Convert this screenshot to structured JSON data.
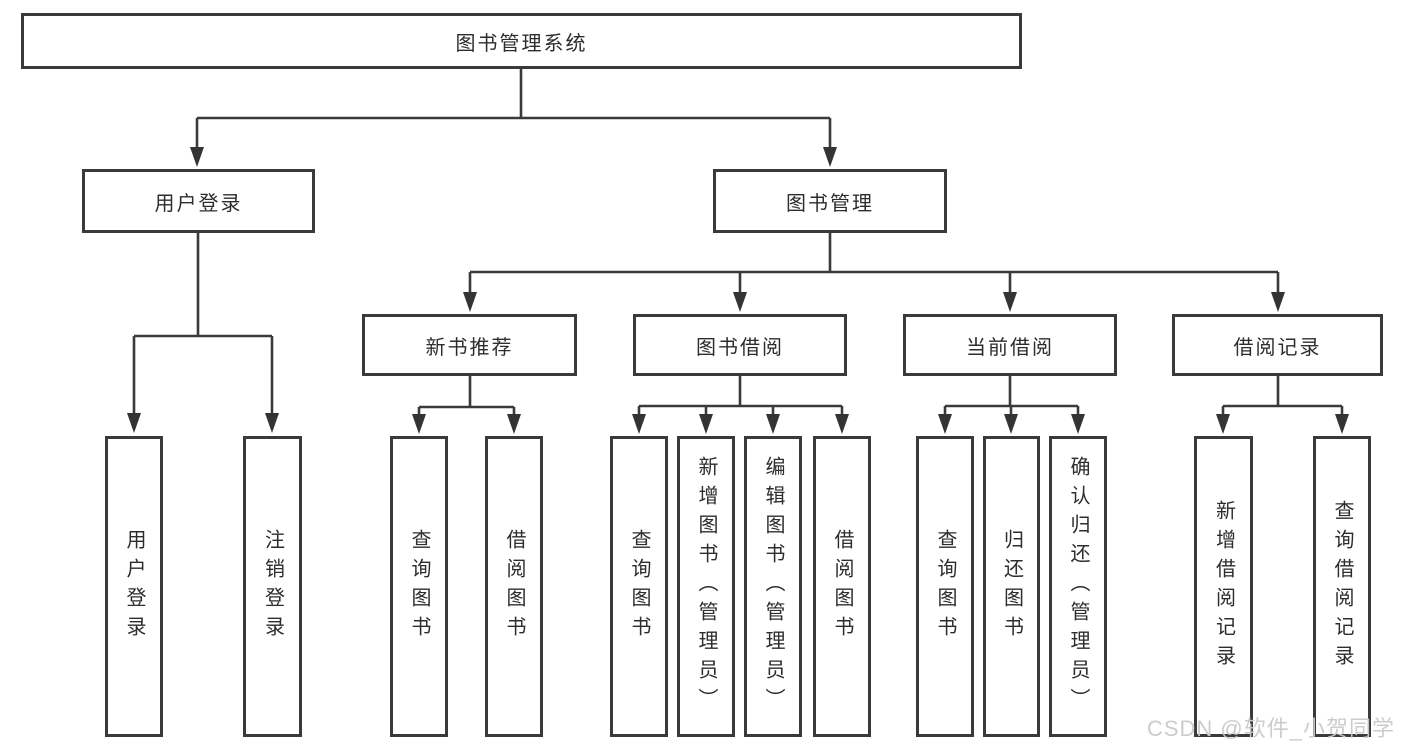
{
  "diagram": {
    "root": {
      "label": "图书管理系统"
    },
    "level2": [
      {
        "label": "用户登录"
      },
      {
        "label": "图书管理"
      }
    ],
    "level3": [
      {
        "label": "新书推荐"
      },
      {
        "label": "图书借阅"
      },
      {
        "label": "当前借阅"
      },
      {
        "label": "借阅记录"
      }
    ],
    "leaves": {
      "user_login": [
        {
          "label": "用户登录"
        },
        {
          "label": "注销登录"
        }
      ],
      "new_book_recommend": [
        {
          "label": "查询图书"
        },
        {
          "label": "借阅图书"
        }
      ],
      "book_borrow": [
        {
          "label": "查询图书"
        },
        {
          "label": "新增图书（管理员）"
        },
        {
          "label": "编辑图书（管理员）"
        },
        {
          "label": "借阅图书"
        }
      ],
      "current_borrow": [
        {
          "label": "查询图书"
        },
        {
          "label": "归还图书"
        },
        {
          "label": "确认归还（管理员）"
        }
      ],
      "borrow_record": [
        {
          "label": "新增借阅记录"
        },
        {
          "label": "查询借阅记录"
        }
      ]
    },
    "watermark": "CSDN @软件_小贺同学",
    "colors": {
      "line": "#3a3a3a",
      "text": "#2d2d2d",
      "background": "#ffffff",
      "watermark": "#c9c9c9"
    }
  }
}
